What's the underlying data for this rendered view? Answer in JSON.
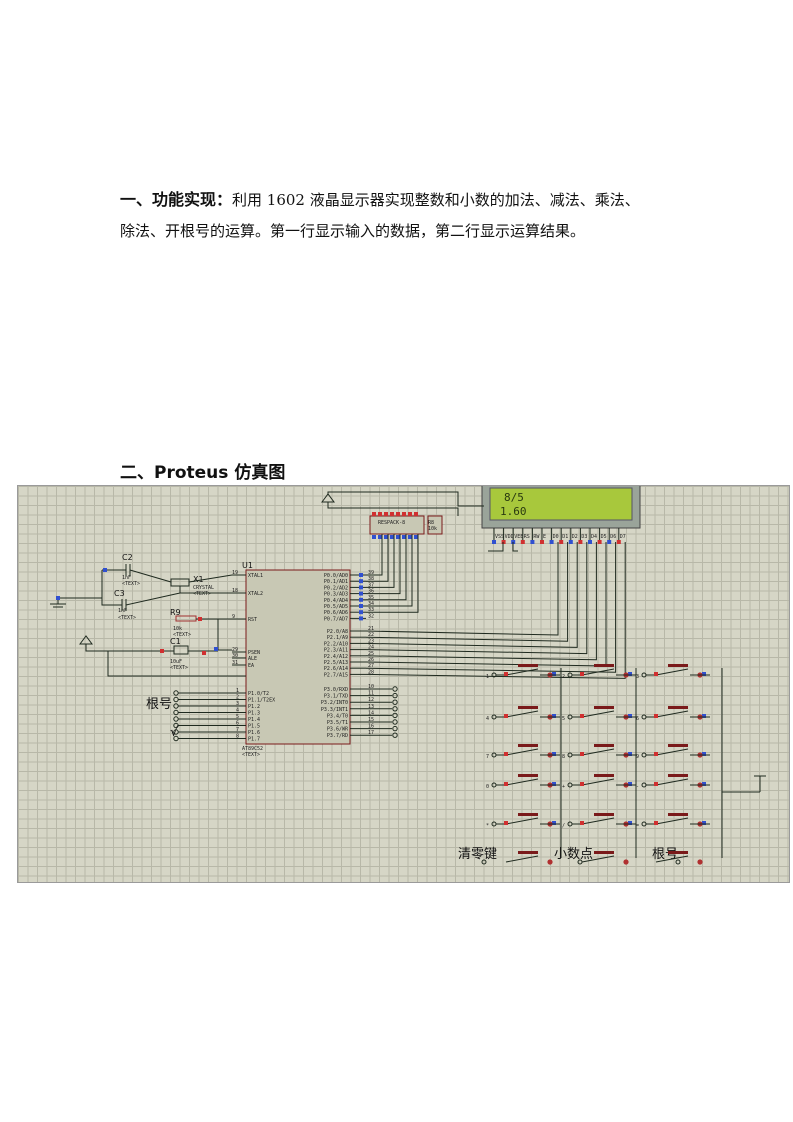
{
  "section1": {
    "heading": "一、功能实现：",
    "line1": "利用 1602 液晶显示器实现整数和小数的加法、减法、乘法、",
    "line2": "除法、开根号的运算。第一行显示输入的数据，第二行显示运算结果。"
  },
  "section2": {
    "heading": "二、Proteus 仿真图"
  },
  "schematic": {
    "mcu": {
      "ref": "U1",
      "part": "AT89C52",
      "text_tag": "<TEXT>",
      "left_pins": [
        "XTAL1",
        "XTAL2",
        "RST",
        "PSEN",
        "ALE",
        "EA"
      ],
      "left_nums": [
        "19",
        "18",
        "9",
        "29",
        "30",
        "31"
      ],
      "p1_pins": [
        "P1.0/T2",
        "P1.1/T2EX",
        "P1.2",
        "P1.3",
        "P1.4",
        "P1.5",
        "P1.6",
        "P1.7"
      ],
      "p1_nums": [
        "1",
        "2",
        "3",
        "4",
        "5",
        "6",
        "7",
        "8"
      ],
      "p0_pins": [
        "P0.0/AD0",
        "P0.1/AD1",
        "P0.2/AD2",
        "P0.3/AD3",
        "P0.4/AD4",
        "P0.5/AD5",
        "P0.6/AD6",
        "P0.7/AD7"
      ],
      "p0_nums": [
        "39",
        "38",
        "37",
        "36",
        "35",
        "34",
        "33",
        "32"
      ],
      "p2_pins": [
        "P2.0/A8",
        "P2.1/A9",
        "P2.2/A10",
        "P2.3/A11",
        "P2.4/A12",
        "P2.5/A13",
        "P2.6/A14",
        "P2.7/A15"
      ],
      "p2_nums": [
        "21",
        "22",
        "23",
        "24",
        "25",
        "26",
        "27",
        "28"
      ],
      "p3_pins": [
        "P3.0/RXD",
        "P3.1/TXD",
        "P3.2/INT0",
        "P3.3/INT1",
        "P3.4/T0",
        "P3.5/T1",
        "P3.6/WR",
        "P3.7/RD"
      ],
      "p3_nums": [
        "10",
        "11",
        "12",
        "13",
        "14",
        "15",
        "16",
        "17"
      ]
    },
    "c2": {
      "ref": "C2",
      "value": "1nF",
      "tag": "<TEXT>"
    },
    "c3": {
      "ref": "C3",
      "value": "1nF",
      "tag": "<TEXT>"
    },
    "x1": {
      "ref": "X1",
      "value": "CRYSTAL",
      "tag": "<TEXT>"
    },
    "r9": {
      "ref": "R9",
      "value": "10k",
      "tag": "<TEXT>"
    },
    "c1": {
      "ref": "C1",
      "value": "10uF",
      "tag": "<TEXT>"
    },
    "rp": {
      "ref": "RP1",
      "labels": [
        "RESPACK-8"
      ],
      "r8": "R8",
      "r8v": "10k"
    },
    "lcd": {
      "line1": "8/5",
      "line2": "1.60",
      "pins": [
        "VSS",
        "VDD",
        "VEE",
        "RS",
        "RW",
        "E",
        "D0",
        "D1",
        "D2",
        "D3",
        "D4",
        "D5",
        "D6",
        "D7"
      ]
    },
    "root_label": "根号",
    "root_sym": "√",
    "keypad": {
      "rows": [
        [
          "1",
          "2",
          "3"
        ],
        [
          "4",
          "5",
          "6"
        ],
        [
          "7",
          "8",
          "9"
        ],
        [
          "0",
          "+",
          "-"
        ],
        [
          "*",
          "/",
          "="
        ]
      ],
      "bottom_labels": [
        "清零键",
        "小数点",
        "根号"
      ]
    }
  }
}
